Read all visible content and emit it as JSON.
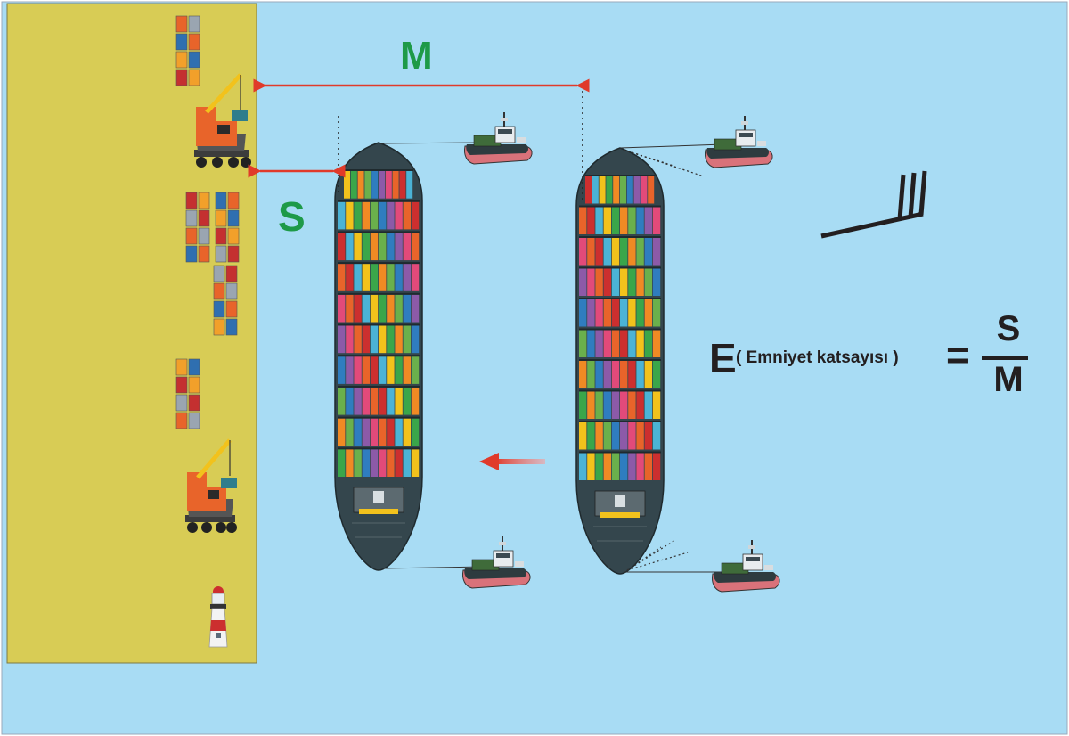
{
  "labels": {
    "m": "M",
    "s": "S"
  },
  "formula": {
    "lhs": "E",
    "description": "( Emniyet katsayısı )",
    "equals": "=",
    "numerator": "S",
    "denominator": "M"
  },
  "colors": {
    "water": "#a8dcf4",
    "quay": "#d8cc55",
    "arrow": "#e03a2a",
    "label_green": "#1e9a48",
    "formula_text": "#231f20",
    "hull": "#34464d",
    "crane": "#e8642a",
    "tug_hull": "#d9727a"
  },
  "icons": {
    "crane": "harbor-crane-icon",
    "tug": "tugboat-icon",
    "lighthouse": "lighthouse-icon",
    "containers": "container-stack-icon",
    "wind": "wind-barb-icon"
  }
}
